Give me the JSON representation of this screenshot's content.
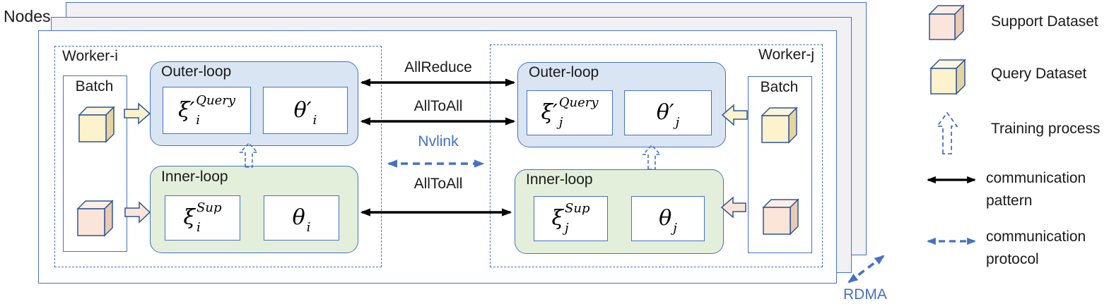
{
  "nodes_label": "Nodes",
  "workers": {
    "left": {
      "title": "Worker-i",
      "batch_label": "Batch",
      "outer": {
        "title": "Outer-loop",
        "xi": {
          "base": "ξ′",
          "sup": "Query",
          "sub": "i"
        },
        "theta": {
          "base": "θ′",
          "sup": "",
          "sub": "i"
        }
      },
      "inner": {
        "title": "Inner-loop",
        "xi": {
          "base": "ξ",
          "sup": "Sup",
          "sub": "i"
        },
        "theta": {
          "base": "θ",
          "sup": "",
          "sub": "i"
        }
      }
    },
    "right": {
      "title": "Worker-j",
      "batch_label": "Batch",
      "outer": {
        "title": "Outer-loop",
        "xi": {
          "base": "ξ′",
          "sup": "Query",
          "sub": "j"
        },
        "theta": {
          "base": "θ′",
          "sup": "",
          "sub": "j"
        }
      },
      "inner": {
        "title": "Inner-loop",
        "xi": {
          "base": "ξ",
          "sup": "Sup",
          "sub": "j"
        },
        "theta": {
          "base": "θ",
          "sup": "",
          "sub": "j"
        }
      }
    }
  },
  "center": {
    "allreduce": "AllReduce",
    "alltoall_top": "AllToAll",
    "nvlink": "Nvlink",
    "alltoall_bottom": "AllToAll"
  },
  "rdma_label": "RDMA",
  "legend": {
    "support": "Support Dataset",
    "query": "Query Dataset",
    "training": "Training process",
    "pattern_line1": "communication",
    "pattern_line2": "pattern",
    "protocol_line1": "communication",
    "protocol_line2": "protocol"
  },
  "node_layer_count": 3,
  "colors": {
    "border_blue": "#4472C4",
    "cube_border_blue": "#2E5597",
    "outer_loop_fill": "#DAE5F3",
    "inner_loop_fill": "#E3EFDA",
    "node_layer_fill": "#F1F1F3",
    "support_dataset_color": "#FBE5D8",
    "query_dataset_color": "#FCF2CC",
    "comm_pattern_color": "#000000",
    "comm_protocol_color": "#4472C4"
  }
}
